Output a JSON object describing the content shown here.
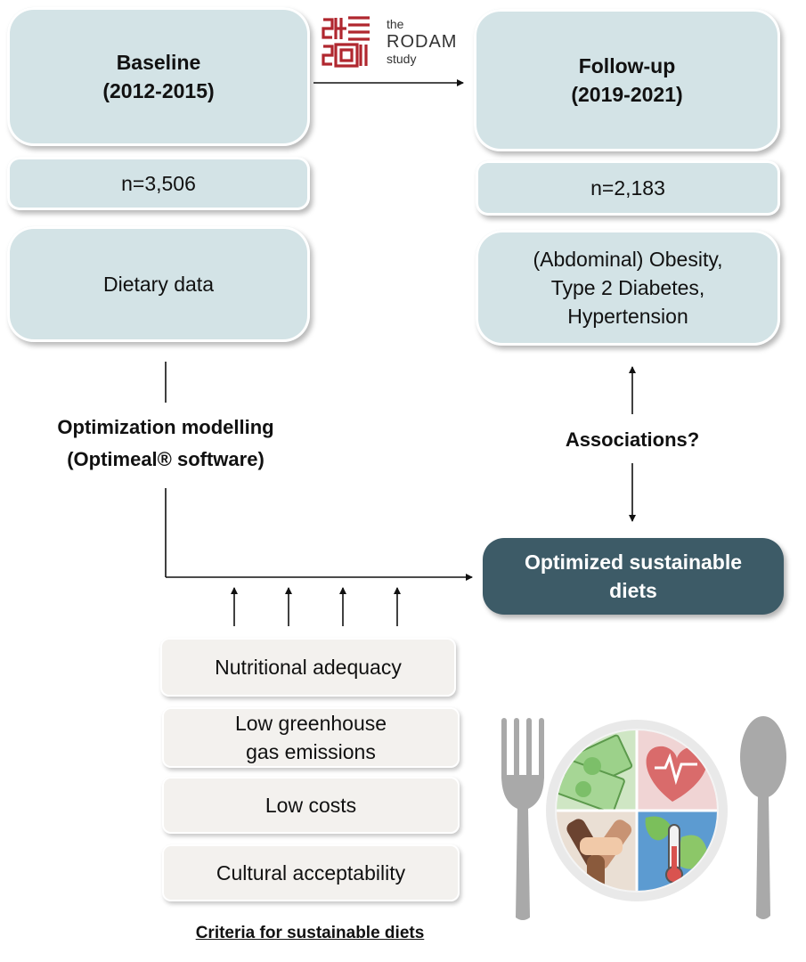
{
  "baseline": {
    "title": "Baseline",
    "period": "(2012-2015)",
    "n": "n=3,506",
    "data": "Dietary data"
  },
  "followup": {
    "title": "Follow-up",
    "period": "(2019-2021)",
    "n": "n=2,183",
    "outcomes": "(Abdominal) Obesity,\nType 2 Diabetes,\nHypertension"
  },
  "logo": {
    "line1": "the",
    "line2": "RODAM",
    "line3": "study"
  },
  "optimization": {
    "line1": "Optimization modelling",
    "line2": "(Optimeal® software)"
  },
  "associations": "Associations?",
  "result": "Optimized sustainable\ndiets",
  "criteria": {
    "items": [
      "Nutritional adequacy",
      "Low greenhouse\ngas emissions",
      "Low costs",
      "Cultural acceptability"
    ],
    "title": "Criteria for sustainable diets"
  },
  "colors": {
    "box_blue": "#d3e3e6",
    "box_cream": "#f3f1ee",
    "box_dark": "#3d5b67",
    "logo_red": "#b0272f"
  },
  "icons": [
    "fork-icon",
    "spoon-icon",
    "plate-icon",
    "money-icon",
    "heart-icon",
    "globe-icon",
    "thermometer-icon",
    "hands-icon"
  ]
}
